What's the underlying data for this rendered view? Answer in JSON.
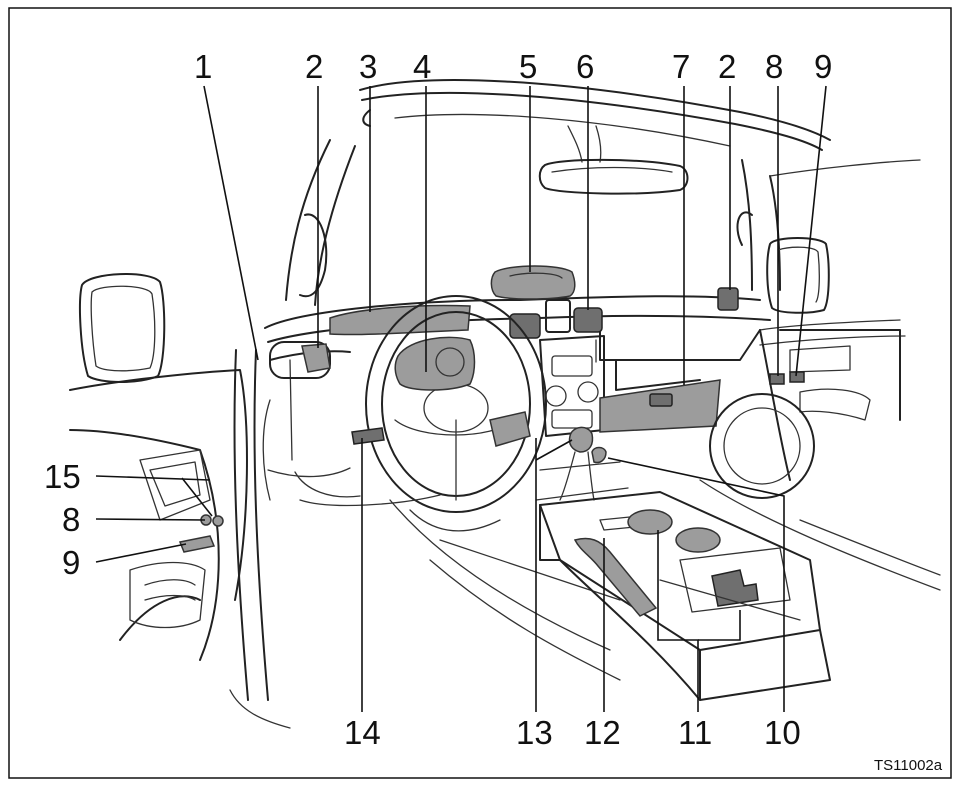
{
  "callouts": [
    "1",
    "2",
    "3",
    "4",
    "5",
    "6",
    "7",
    "2",
    "8",
    "9",
    "15",
    "8",
    "9",
    "14",
    "13",
    "12",
    "11",
    "10"
  ],
  "figure_code": "TS11002a"
}
